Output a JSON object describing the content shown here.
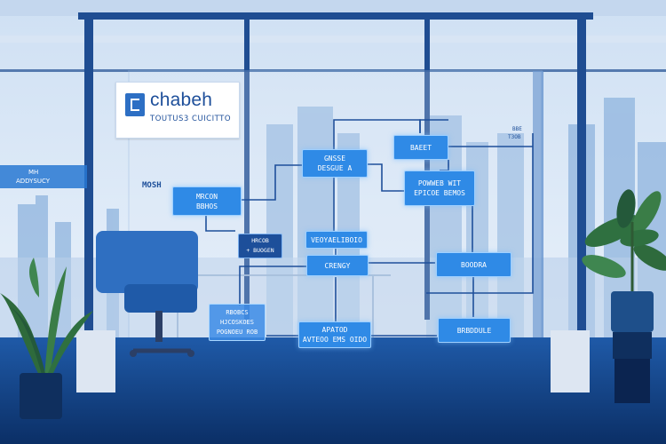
{
  "sign": {
    "brand": "chabeh",
    "tagline": "TOUTUS3 CUICITTO"
  },
  "wall_labels": {
    "left_sign": [
      "MH",
      "ADDYSUCY"
    ],
    "mosh": "MOSH",
    "top_right": [
      "BBE",
      "T3OB"
    ]
  },
  "flowchart": {
    "boxes": [
      {
        "id": "n1",
        "lines": [
          "GNSSE",
          "DESGUE A"
        ]
      },
      {
        "id": "n2",
        "lines": [
          "BAEET"
        ]
      },
      {
        "id": "n3",
        "lines": [
          "MRCON",
          "BBHOS"
        ]
      },
      {
        "id": "n4",
        "lines": [
          "POWWEB WIT",
          "EPICOE BEMOS"
        ]
      },
      {
        "id": "n5",
        "lines": [
          "HRCOB",
          "+ BUOGEN"
        ]
      },
      {
        "id": "n6",
        "lines": [
          "VEOYAELIBOIO"
        ]
      },
      {
        "id": "n7",
        "lines": [
          "CRENGY"
        ]
      },
      {
        "id": "n8",
        "lines": [
          "BOODRA"
        ]
      },
      {
        "id": "n9",
        "lines": [
          "RBOBCS",
          "HJCOSKOES",
          "POGNOEU ROB"
        ]
      },
      {
        "id": "n10",
        "lines": [
          "APATOD",
          "AVTEOO EMS OIDO"
        ]
      },
      {
        "id": "n11",
        "lines": [
          "BRBDDULE"
        ]
      }
    ]
  },
  "colors": {
    "accent": "#2f8ae6",
    "dark_box": "#1d4f9a",
    "frame": "#1f4d92",
    "floor": "#0f3a7a"
  }
}
